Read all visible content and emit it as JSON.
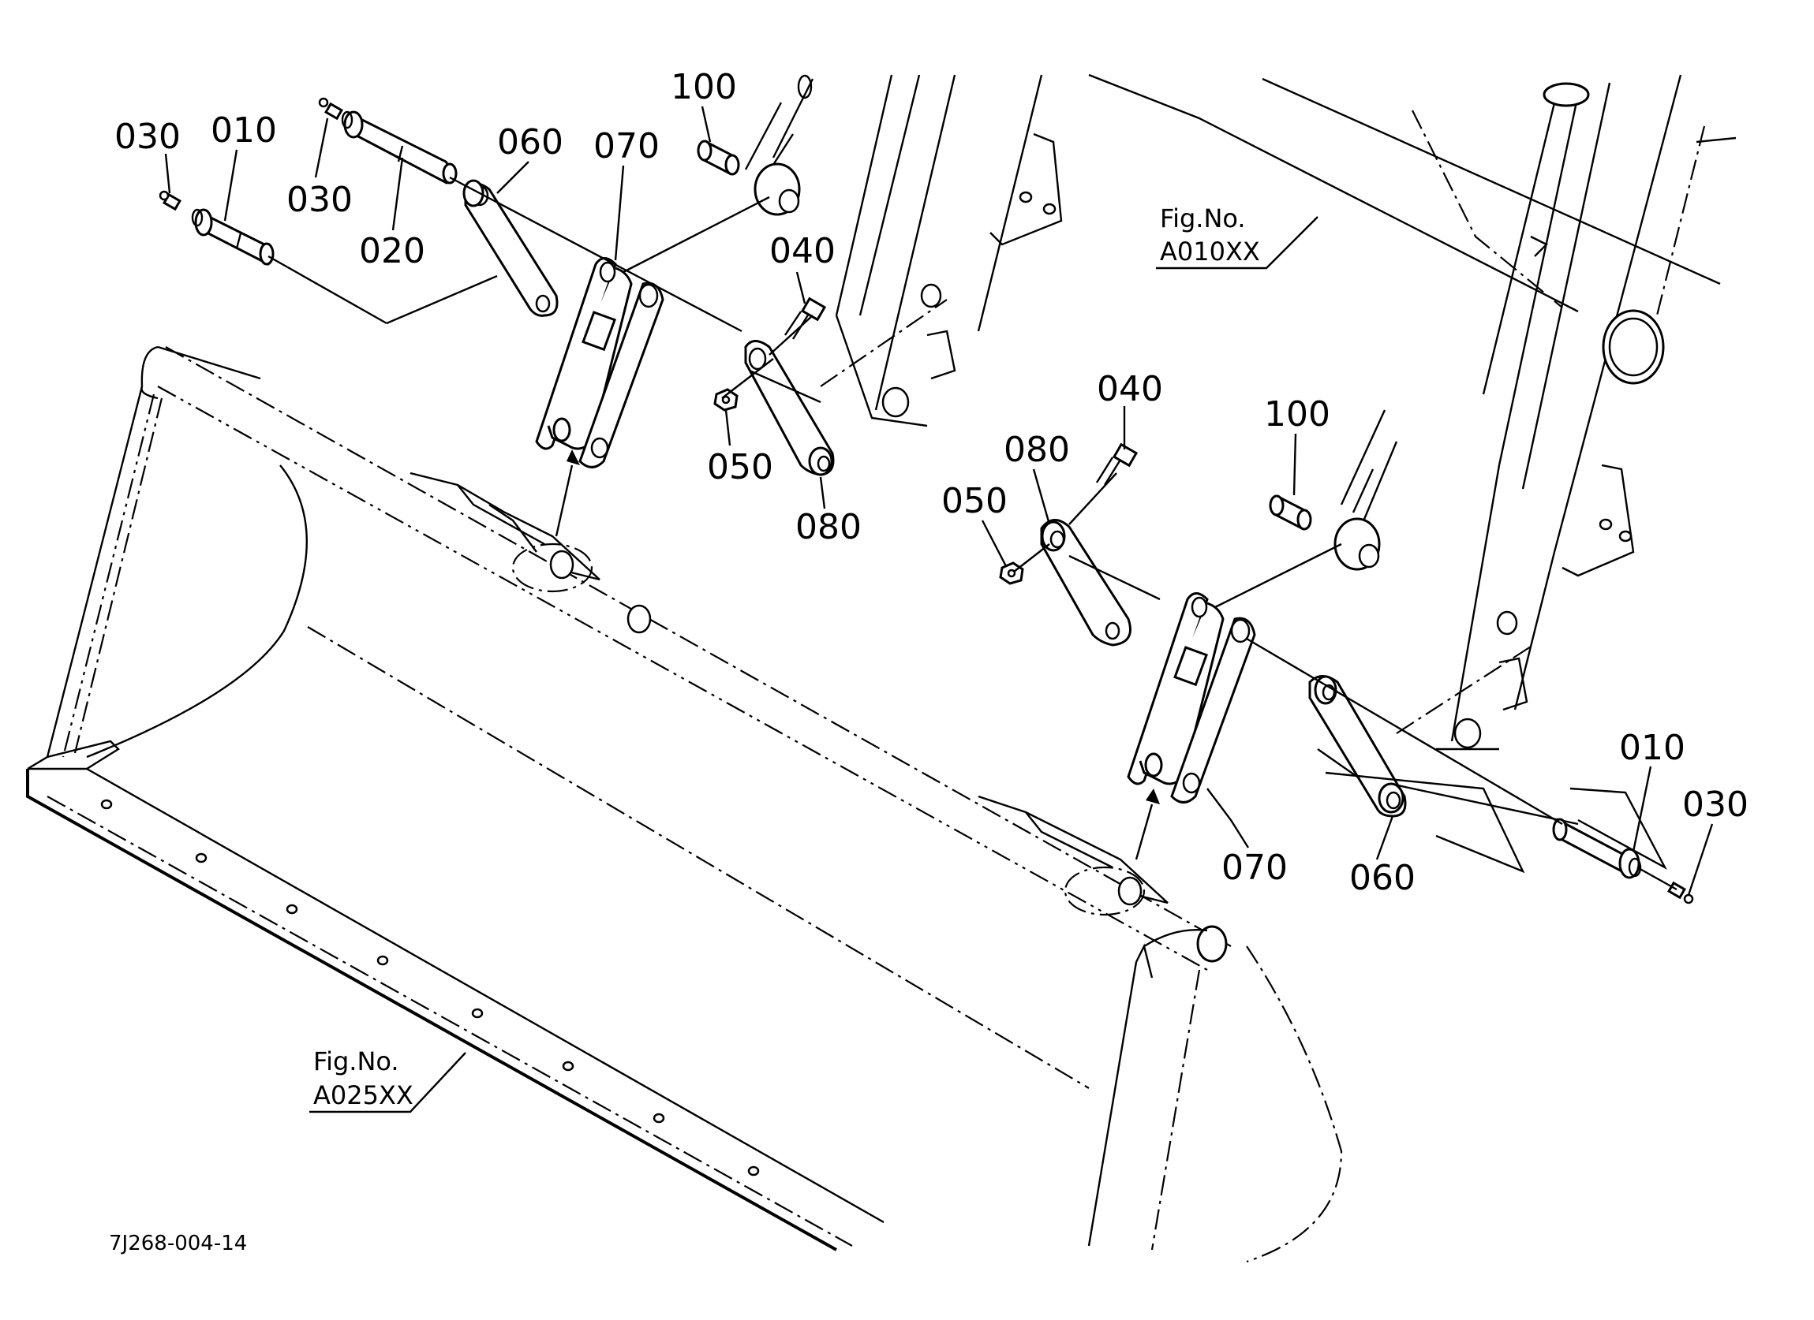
{
  "drawing": {
    "code": "7J268-004-14",
    "callouts": {
      "c030_a": "030",
      "c010_a": "010",
      "c030_b": "030",
      "c020": "020",
      "c060_a": "060",
      "c070_a": "070",
      "c100_a": "100",
      "c040_a": "040",
      "c050_a": "050",
      "c080_a": "080",
      "c040_b": "040",
      "c100_b": "100",
      "c080_b": "080",
      "c050_b": "050",
      "c010_b": "010",
      "c030_c": "030",
      "c070_b": "070",
      "c060_b": "060"
    },
    "refs": {
      "frame_fig": "Fig.No.",
      "frame_no": "A010XX",
      "bucket_fig": "Fig.No.",
      "bucket_no": "A025XX"
    }
  }
}
